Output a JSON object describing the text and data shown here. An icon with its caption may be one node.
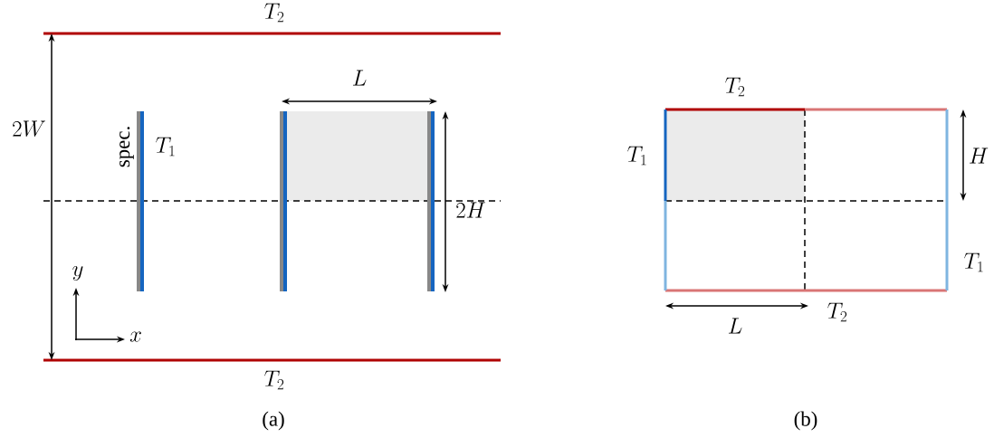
{
  "diagram": {
    "labels": [
      "T_2",
      "2W",
      "L",
      "spec.",
      "T_1",
      "2H",
      "y",
      "x",
      "T_2",
      "(a)",
      "T_2",
      "T_1",
      "H",
      "T_1",
      "L",
      "T_2",
      "(b)"
    ]
  }
}
